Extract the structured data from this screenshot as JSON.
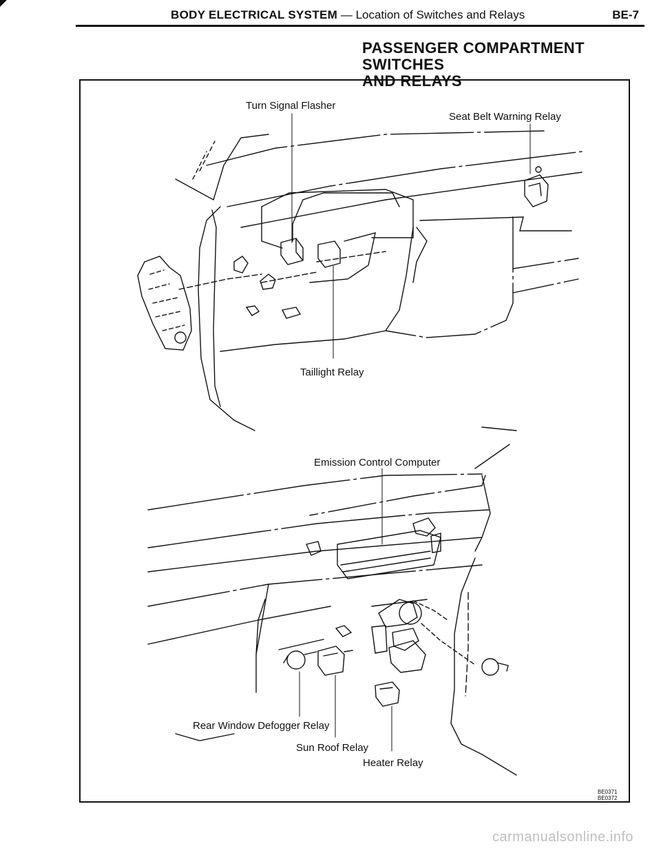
{
  "header": {
    "section_bold": "BODY ELECTRICAL SYSTEM",
    "section_rest": " — Location of Switches and Relays",
    "page_number": "BE-7"
  },
  "title_line1": "PASSENGER COMPARTMENT SWITCHES",
  "title_line2": "AND RELAYS",
  "labels": {
    "turn_signal_flasher": "Turn Signal Flasher",
    "seat_belt_warning_relay": "Seat Belt Warning Relay",
    "taillight_relay": "Taillight Relay",
    "emission_control_computer": "Emission Control Computer",
    "rear_window_defogger_relay": "Rear Window Defogger Relay",
    "sun_roof_relay": "Sun Roof Relay",
    "heater_relay": "Heater Relay"
  },
  "figure_codes": [
    "BE0371",
    "BE0372"
  ],
  "watermark": "carmanualsonline.info"
}
